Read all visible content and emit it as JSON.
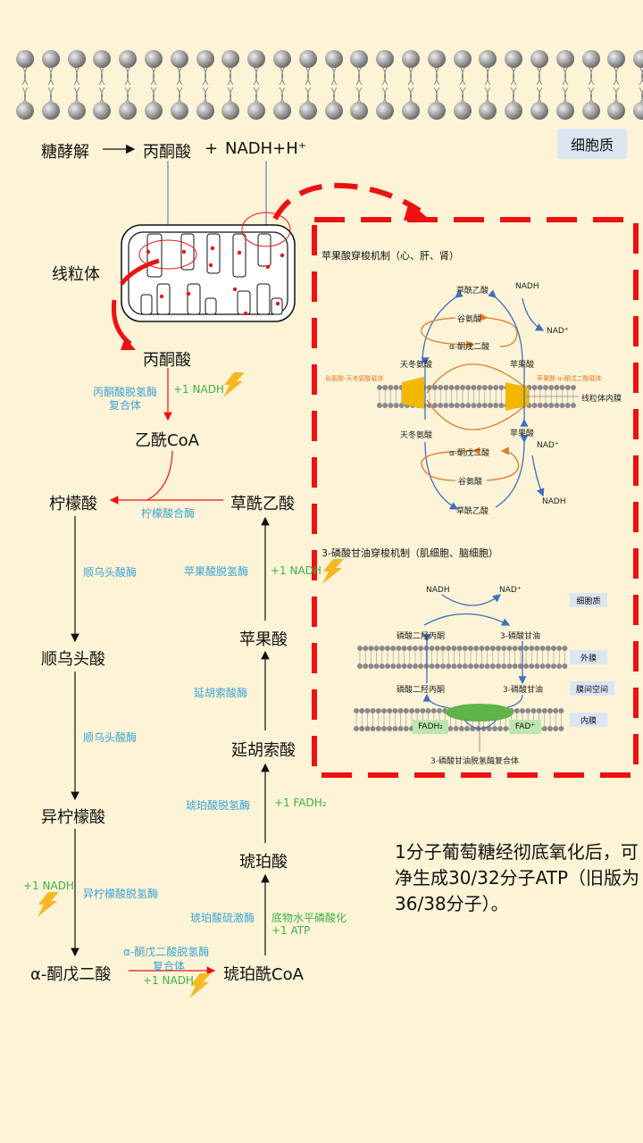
{
  "membrane_label": "细胞质",
  "top": {
    "glycolysis": "糖酵解",
    "pyruvate": "丙酮酸",
    "plus": "+",
    "nadh": "NADH+H⁺"
  },
  "mito_label": "线粒体",
  "cycle": {
    "pyruvate": "丙酮酸",
    "pdh_enzyme_1": "丙酮酸脱氢酶",
    "pdh_enzyme_2": "复合体",
    "pdh_product": "+1 NADH",
    "acetyl_coa": "乙酰CoA",
    "citrate": "柠檬酸",
    "citrate_synthase": "柠檬酸合酶",
    "oxaloacetate": "草酰乙酸",
    "aconitase_1": "顺乌头酸酶",
    "cis_aconitate": "顺乌头酸",
    "aconitase_2": "顺乌头酸酶",
    "isocitrate": "异柠檬酸",
    "idh_enzyme": "异柠檬酸脱氢酶",
    "idh_product": "+1 NADH",
    "akg": "α-酮戊二酸",
    "akgdh_1": "α-酮戊二酸脱氢酶",
    "akgdh_2": "复合体",
    "akgdh_product": "+1 NADH",
    "succinyl_coa": "琥珀酰CoA",
    "sucl_enzyme": "琥珀酸硫激酶",
    "sucl_product_1": "底物水平磷酸化",
    "sucl_product_2": "+1 ATP",
    "succinate": "琥珀酸",
    "sdh_enzyme": "琥珀酸脱氢酶",
    "sdh_product": "+1 FADH₂",
    "fumarate": "延胡索酸",
    "fumarase": "延胡索酸酶",
    "malate": "苹果酸",
    "mdh_enzyme": "苹果酸脱氢酶",
    "mdh_product": "+1 NADH"
  },
  "shuttle1": {
    "title": "苹果酸穿梭机制（心、肝、肾）",
    "oxaloacetate_top": "草酰乙酸",
    "nadh_top": "NADH",
    "glutamate_top": "谷氨酸",
    "nad_top": "NAD⁺",
    "akg_top": "α-酮戊二酸",
    "aspartate_top": "天冬氨酸",
    "malate_top": "苹果酸",
    "carrier_left": "谷氨酸-天冬氨酸载体",
    "carrier_right": "苹果酸-α-酮戊二酸载体",
    "membrane_label": "线粒体内膜",
    "aspartate_bottom": "天冬氨酸",
    "malate_bottom": "苹果酸",
    "nad_bottom": "NAD⁺",
    "akg_bottom": "α-酮戊二酸",
    "glutamate_bottom": "谷氨酸",
    "nadh_bottom": "NADH",
    "oxaloacetate_bottom": "草酰乙酸"
  },
  "shuttle2": {
    "title": "3-磷酸甘油穿梭机制（肌细胞、脑细胞）",
    "nadh": "NADH",
    "nad": "NAD⁺",
    "cytoplasm": "细胞质",
    "dhap_top": "磷酸二羟丙酮",
    "g3p_top": "3-磷酸甘油",
    "outer_membrane": "外膜",
    "dhap_bottom": "磷酸二羟丙酮",
    "g3p_bottom": "3-磷酸甘油",
    "intermembrane": "膜间空间",
    "fadh2": "FADH₂",
    "fad": "FAD⁺",
    "inner_membrane": "内膜",
    "complex": "3-磷酸甘油脱氢酶复合体"
  },
  "summary": "1分子葡萄糖经彻底氧化后，可净生成30/32分子ATP（旧版为36/38分子）。",
  "colors": {
    "background": "#fdf3d6",
    "red": "#ee1111",
    "enzyme": "#3ea5d6",
    "product": "#3bb24a",
    "bolt": "#f6b81f",
    "orange": "#e07b27",
    "blue": "#3f6fbf"
  }
}
